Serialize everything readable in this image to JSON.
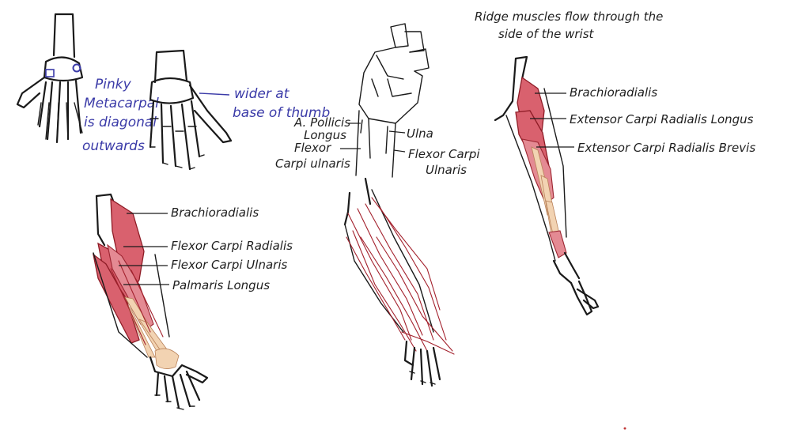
{
  "hand_notes": {
    "pinky_lines": [
      "Pinky",
      "Metacarpal",
      "is diagonal",
      "outwards"
    ],
    "thumb_lines": [
      "wider at",
      "base of thumb"
    ]
  },
  "fist_labels": {
    "abductor_lines": [
      "A. Pollicis",
      "Longus"
    ],
    "flexor_ulnaris_lines": [
      "Flexor",
      "Carpi ulnaris"
    ],
    "ulna": "Ulna",
    "flexor_carpi_ulnaris_lines": [
      "Flexor Carpi",
      "Ulnaris"
    ]
  },
  "front_arm_labels": {
    "brachioradialis": "Brachioradialis",
    "flexor_carpi_radialis": "Flexor Carpi Radialis",
    "flexor_carpi_ulnaris": "Flexor Carpi Ulnaris",
    "palmaris_longus": "Palmaris Longus"
  },
  "side_arm_notes": {
    "title_lines": [
      "Ridge muscles flow through the",
      "side of the wrist"
    ],
    "brachioradialis": "Brachioradialis",
    "ext_longus": "Extensor Carpi Radialis Longus",
    "ext_brevis": "Extensor Carpi Radialis Brevis"
  },
  "colors": {
    "muscle": "#d9616e",
    "tendon": "#f2d3b2",
    "ink": "#1a1a1a",
    "note_blue": "#3b3ba8"
  }
}
